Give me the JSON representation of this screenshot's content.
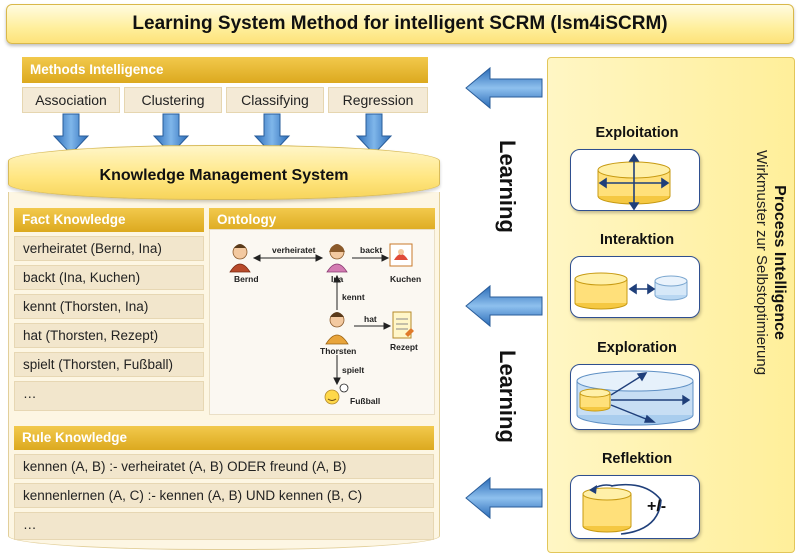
{
  "title": "Learning System Method for intelligent SCRM (lsm4iSCRM)",
  "methods": {
    "header": "Methods Intelligence",
    "items": [
      "Association",
      "Clustering",
      "Classifying",
      "Regression"
    ]
  },
  "kms": {
    "title": "Knowledge Management System"
  },
  "fact_knowledge": {
    "header": "Fact Knowledge",
    "items": [
      "verheiratet (Bernd, Ina)",
      "backt (Ina, Kuchen)",
      "kennt (Thorsten, Ina)",
      "hat (Thorsten, Rezept)",
      "spielt (Thorsten, Fußball)",
      "…"
    ]
  },
  "ontology": {
    "header": "Ontology",
    "nodes": {
      "bernd": "Bernd",
      "ina": "Ina",
      "kuchen": "Kuchen",
      "thorsten": "Thorsten",
      "rezept": "Rezept",
      "fussball": "Fußball"
    },
    "edges": {
      "verheiratet": "verheiratet",
      "backt": "backt",
      "kennt": "kennt",
      "hat": "hat",
      "spielt": "spielt"
    }
  },
  "rule_knowledge": {
    "header": "Rule Knowledge",
    "items": [
      "kennen (A, B) :- verheiratet (A, B) ODER freund (A, B)",
      "kennenlernen (A, C) :- kennen (A, B) UND kennen (B, C)",
      "…"
    ]
  },
  "learning_labels": [
    "Learning",
    "Learning"
  ],
  "process": {
    "title": "Process Intelligence",
    "subtitle": "Wirkmuster zur Selbstoptimierung",
    "steps": [
      "Exploitation",
      "Interaktion",
      "Exploration",
      "Reflektion"
    ],
    "reflektion_sign": "+/-"
  },
  "colors": {
    "gold": "#dca91f",
    "arrow_blue": "#4a90d9",
    "step_border": "#2f4f8f"
  }
}
